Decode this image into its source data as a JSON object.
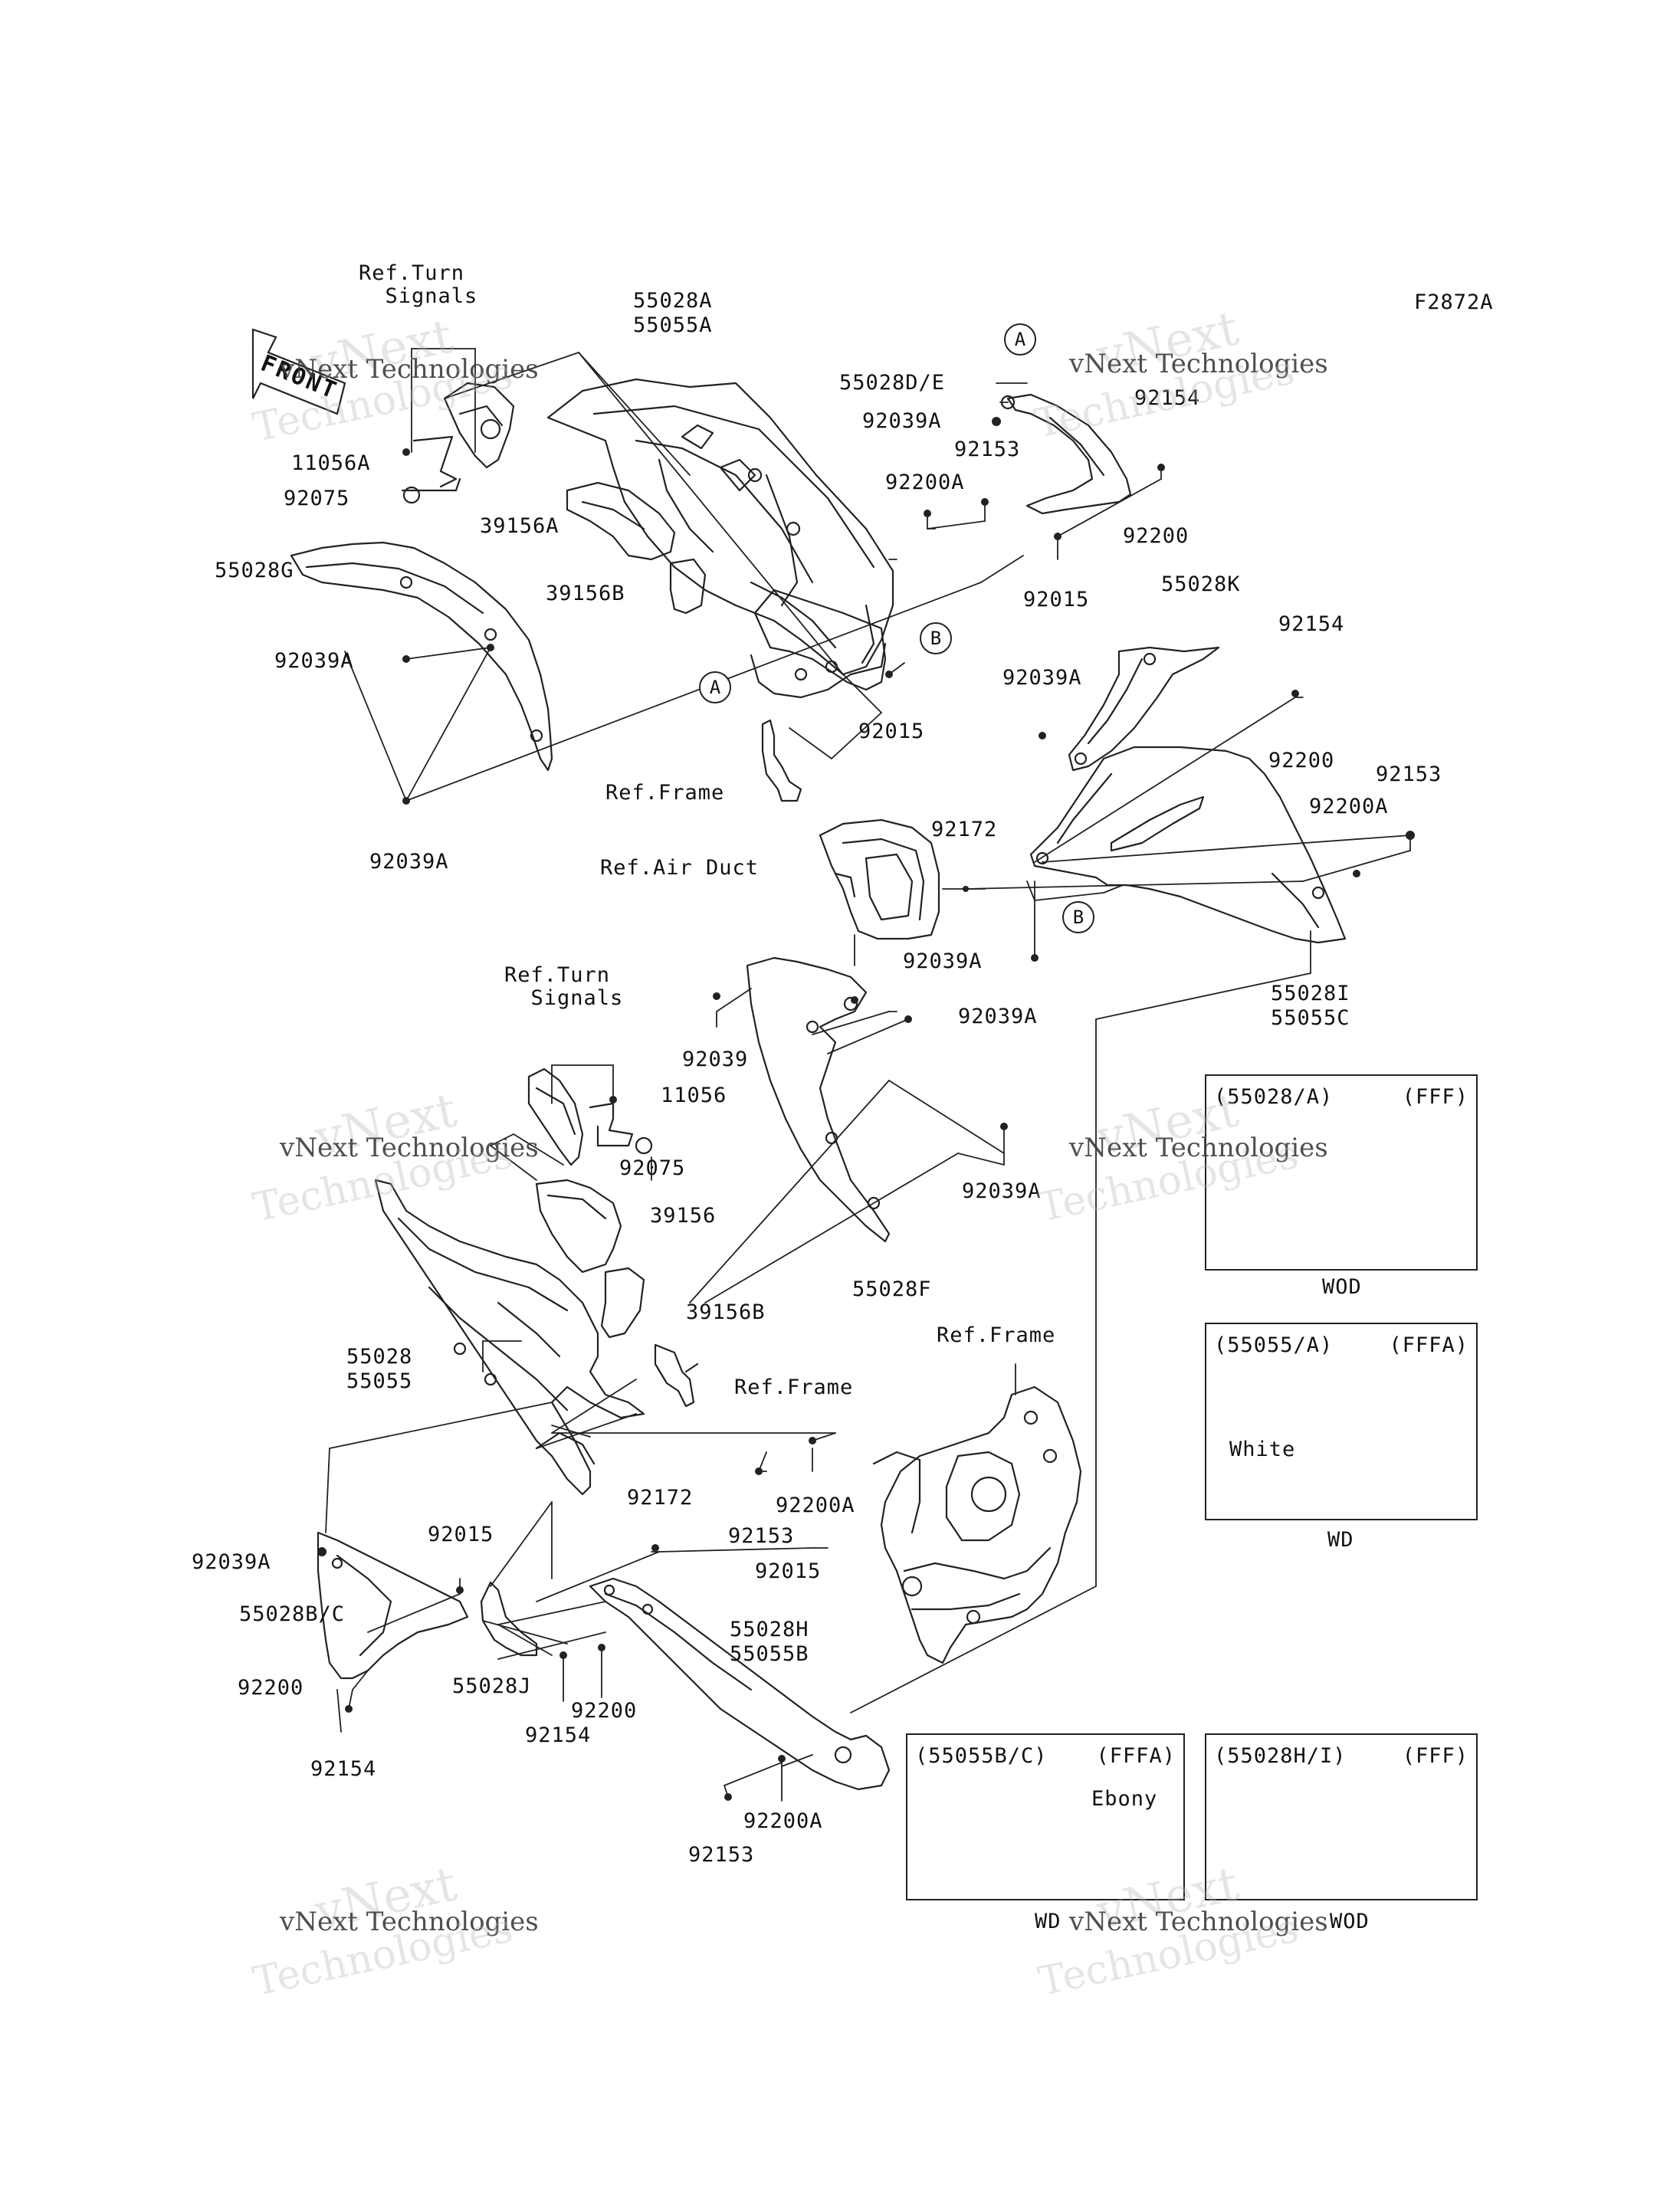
{
  "diagram_code": "F2872A",
  "front_label": "FRONT",
  "callouts": {
    "a": "A",
    "b": "B"
  },
  "watermark": {
    "line1": "vNext Technologies",
    "line2": "vNext",
    "line3": "Technologies"
  },
  "labels": {
    "ref_turn_signals_1": "Ref.Turn\n  Signals",
    "p55028A": "55028A",
    "p55055A": "55055A",
    "p55028DE": "55028D/E",
    "p92039A_a": "92039A",
    "p92154_a": "92154",
    "p92153_a": "92153",
    "p92200A_a": "92200A",
    "p11056A": "11056A",
    "p92075_a": "92075",
    "p39156A": "39156A",
    "p39156B_a": "39156B",
    "p55028G": "55028G",
    "p92039A_b": "92039A",
    "p92200_a": "92200",
    "p92015_a": "92015",
    "p92015_b": "92015",
    "p55028K": "55028K",
    "p92154_b": "92154",
    "p92039A_c": "92039A",
    "ref_frame_1": "Ref.Frame",
    "p92039A_d": "92039A",
    "p92200_b": "92200",
    "p92153_b": "92153",
    "p92172_a": "92172",
    "p92200A_b": "92200A",
    "ref_air_duct": "Ref.Air Duct",
    "p92039A_e": "92039A",
    "p55028I": "55028I",
    "p55055C": "55055C",
    "ref_turn_signals_2": "Ref.Turn\n  Signals",
    "p92039_a": "92039",
    "p92039A_f": "92039A",
    "p11056": "11056",
    "p92075_b": "92075",
    "p92039A_g": "92039A",
    "p39156": "39156",
    "p55028F": "55028F",
    "p39156B_b": "39156B",
    "p55028": "55028",
    "p55055": "55055",
    "ref_frame_2": "Ref.Frame",
    "ref_frame_3": "Ref.Frame",
    "p92153_c": "92153",
    "p92200A_c": "92200A",
    "p92172_b": "92172",
    "p92039A_h": "92039A",
    "p92015_c": "92015",
    "p92015_d": "92015",
    "p55028BC": "55028B/C",
    "p55028H": "55028H",
    "p55055B": "55055B",
    "p92200_c": "92200",
    "p55028J": "55028J",
    "p92154_c": "92154",
    "p92200_d": "92200",
    "p92154_d": "92154",
    "p92200A_d": "92200A",
    "p92153_d": "92153"
  },
  "variant_boxes": [
    {
      "head": "(55028/A)",
      "code": "(FFF)",
      "caption": "WOD"
    },
    {
      "head": "(55055/A)",
      "code": "(FFFA)",
      "caption": "WD",
      "note": "White"
    },
    {
      "head": "(55055B/C)",
      "code": "(FFFA)",
      "caption": "WD",
      "note": "Ebony"
    },
    {
      "head": "(55028H/I)",
      "code": "(FFF)",
      "caption": "WOD"
    }
  ]
}
